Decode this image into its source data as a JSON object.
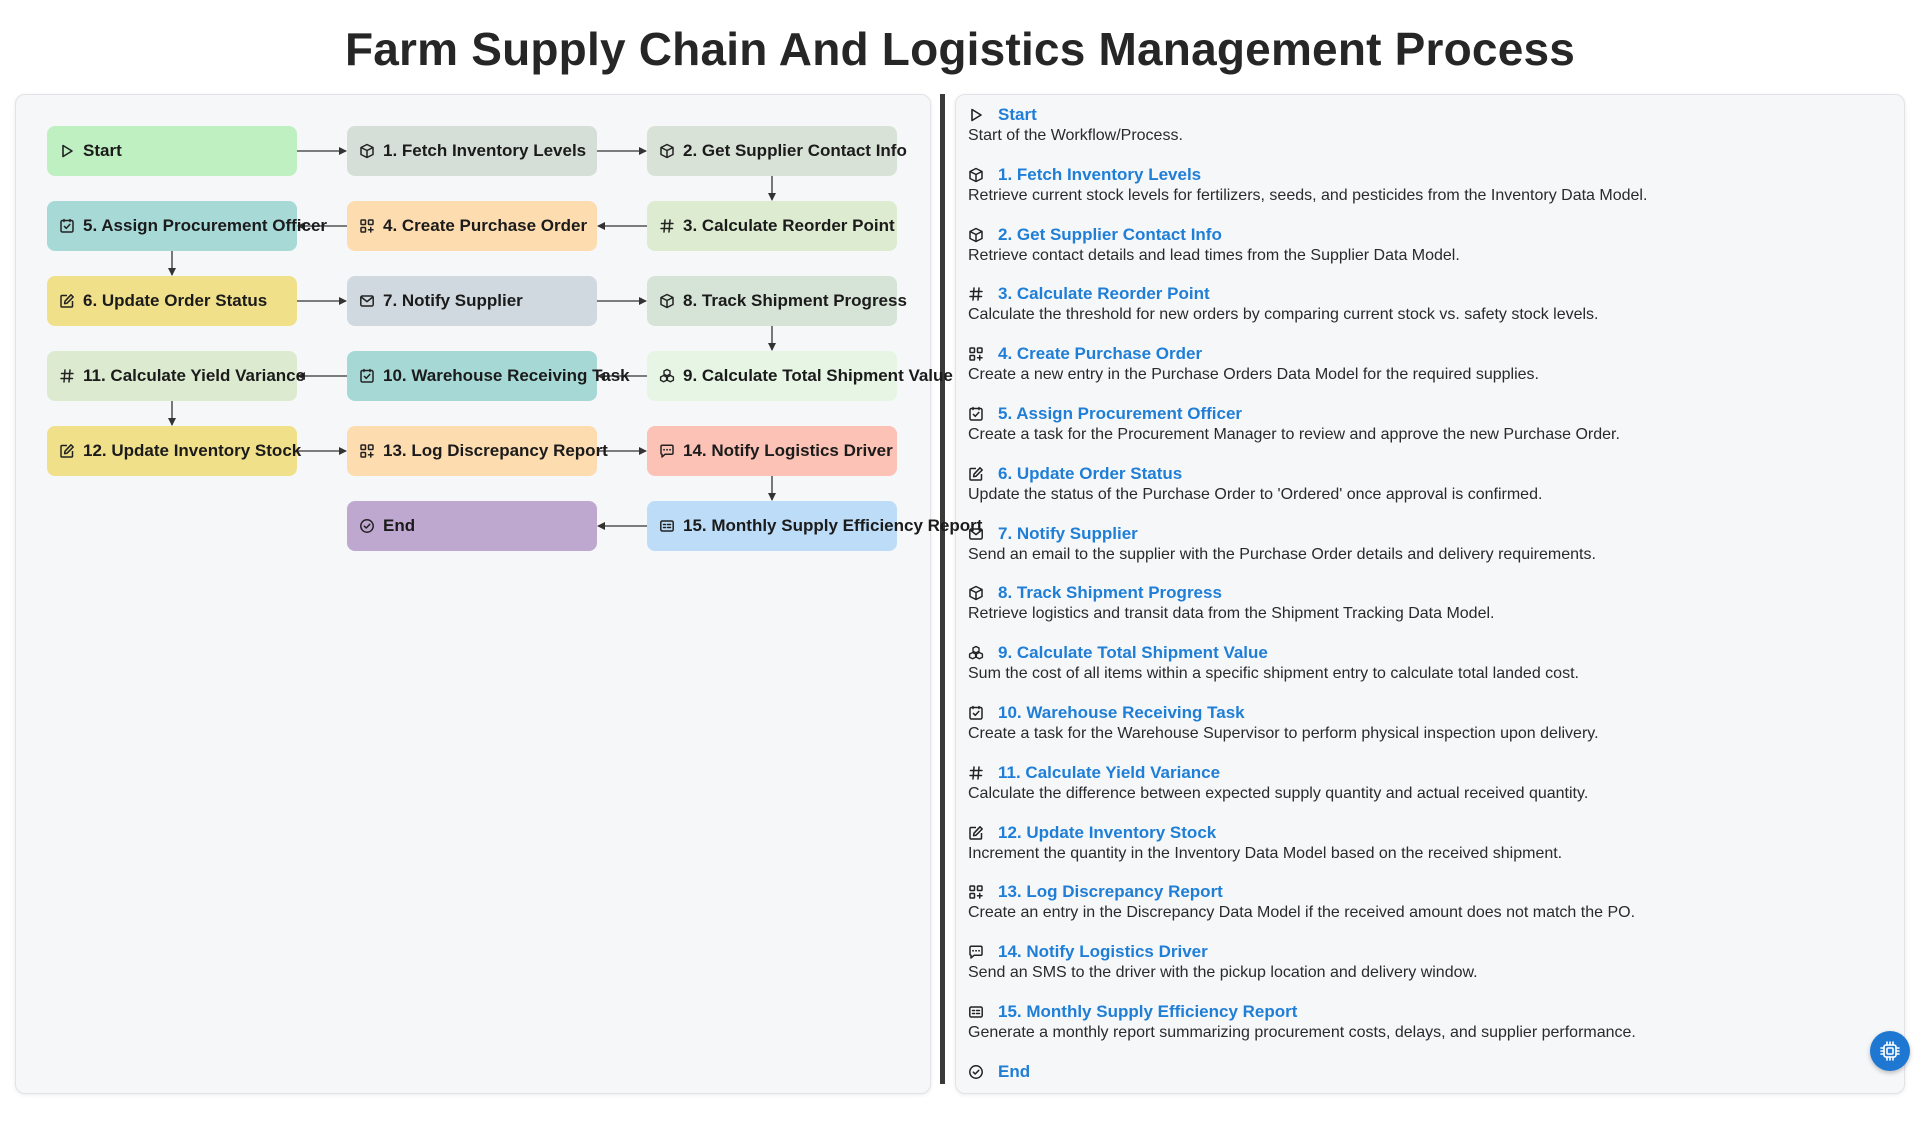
{
  "title": "Farm Supply Chain And Logistics Management Process",
  "nodes": {
    "start": {
      "label": "Start",
      "icon": "play-icon"
    },
    "n1": {
      "label": "1. Fetch Inventory Levels",
      "icon": "cube-icon"
    },
    "n2": {
      "label": "2. Get Supplier Contact Info",
      "icon": "cube-icon"
    },
    "n3": {
      "label": "3. Calculate Reorder Point",
      "icon": "hash-icon"
    },
    "n4": {
      "label": "4. Create Purchase Order",
      "icon": "grid-plus-icon"
    },
    "n5": {
      "label": "5. Assign Procurement Officer",
      "icon": "checkbox-icon"
    },
    "n6": {
      "label": "6. Update Order Status",
      "icon": "edit-icon"
    },
    "n7": {
      "label": "7. Notify Supplier",
      "icon": "mail-icon"
    },
    "n8": {
      "label": "8. Track Shipment Progress",
      "icon": "cube-icon"
    },
    "n9": {
      "label": "9. Calculate Total Shipment Value",
      "icon": "stack-icon"
    },
    "n10": {
      "label": "10. Warehouse Receiving Task",
      "icon": "checkbox-icon"
    },
    "n11": {
      "label": "11. Calculate Yield Variance",
      "icon": "hash-icon"
    },
    "n12": {
      "label": "12. Update Inventory Stock",
      "icon": "edit-icon"
    },
    "n13": {
      "label": "13. Log Discrepancy Report",
      "icon": "grid-plus-icon"
    },
    "n14": {
      "label": "14. Notify Logistics Driver",
      "icon": "message-icon"
    },
    "n15": {
      "label": "15. Monthly Supply Efficiency Report",
      "icon": "report-icon"
    },
    "end": {
      "label": "End",
      "icon": "check-circle-icon"
    }
  },
  "steps": [
    {
      "title": "Start",
      "desc": "Start of the Workflow/Process.",
      "icon": "play-icon"
    },
    {
      "title": "1. Fetch Inventory Levels",
      "desc": "Retrieve current stock levels for fertilizers, seeds, and pesticides from the Inventory Data Model.",
      "icon": "cube-icon"
    },
    {
      "title": "2. Get Supplier Contact Info",
      "desc": "Retrieve contact details and lead times from the Supplier Data Model.",
      "icon": "cube-icon"
    },
    {
      "title": "3. Calculate Reorder Point",
      "desc": "Calculate the threshold for new orders by comparing current stock vs. safety stock levels.",
      "icon": "hash-icon"
    },
    {
      "title": "4. Create Purchase Order",
      "desc": "Create a new entry in the Purchase Orders Data Model for the required supplies.",
      "icon": "grid-plus-icon"
    },
    {
      "title": "5. Assign Procurement Officer",
      "desc": "Create a task for the Procurement Manager to review and approve the new Purchase Order.",
      "icon": "checkbox-icon"
    },
    {
      "title": "6. Update Order Status",
      "desc": "Update the status of the Purchase Order to 'Ordered' once approval is confirmed.",
      "icon": "edit-icon"
    },
    {
      "title": "7. Notify Supplier",
      "desc": "Send an email to the supplier with the Purchase Order details and delivery requirements.",
      "icon": "mail-icon"
    },
    {
      "title": "8. Track Shipment Progress",
      "desc": "Retrieve logistics and transit data from the Shipment Tracking Data Model.",
      "icon": "cube-icon"
    },
    {
      "title": "9. Calculate Total Shipment Value",
      "desc": "Sum the cost of all items within a specific shipment entry to calculate total landed cost.",
      "icon": "stack-icon"
    },
    {
      "title": "10. Warehouse Receiving Task",
      "desc": "Create a task for the Warehouse Supervisor to perform physical inspection upon delivery.",
      "icon": "checkbox-icon"
    },
    {
      "title": "11. Calculate Yield Variance",
      "desc": "Calculate the difference between expected supply quantity and actual received quantity.",
      "icon": "hash-icon"
    },
    {
      "title": "12. Update Inventory Stock",
      "desc": "Increment the quantity in the Inventory Data Model based on the received shipment.",
      "icon": "edit-icon"
    },
    {
      "title": "13. Log Discrepancy Report",
      "desc": "Create an entry in the Discrepancy Data Model if the received amount does not match the PO.",
      "icon": "grid-plus-icon"
    },
    {
      "title": "14. Notify Logistics Driver",
      "desc": "Send an SMS to the driver with the pickup location and delivery window.",
      "icon": "message-icon"
    },
    {
      "title": "15. Monthly Supply Efficiency Report",
      "desc": "Generate a monthly report summarizing procurement costs, delays, and supplier performance.",
      "icon": "report-icon"
    },
    {
      "title": "End",
      "desc": "",
      "icon": "check-circle-icon"
    }
  ],
  "fab": {
    "icon": "chip-icon"
  }
}
